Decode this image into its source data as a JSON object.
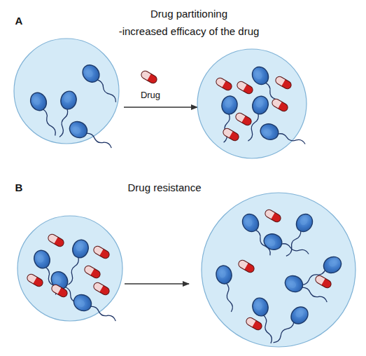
{
  "diagram": {
    "labels": [
      "A",
      "Drug partitioning",
      "-increased efficacy of the drug",
      "Drug",
      "B",
      "Drug resistance"
    ]
  }
}
